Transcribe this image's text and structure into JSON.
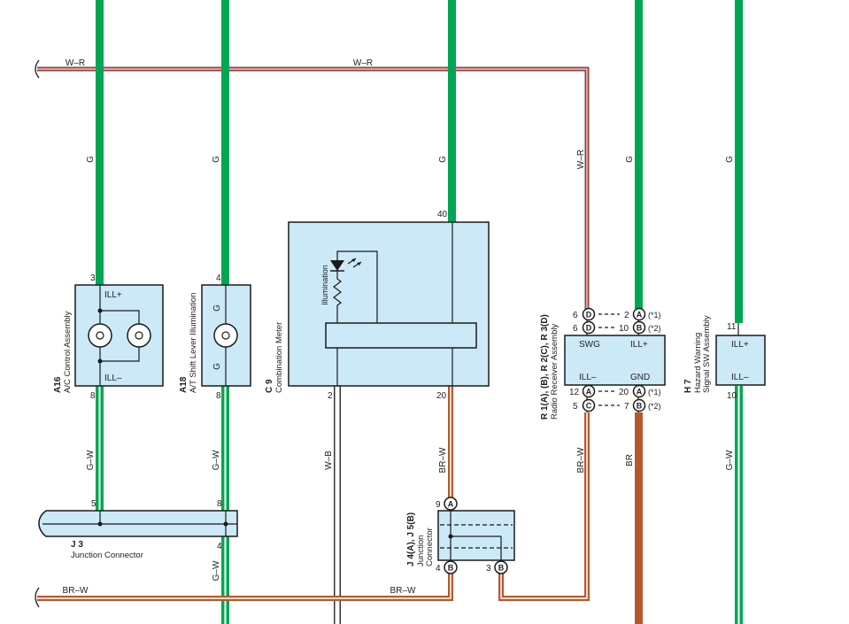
{
  "colors": {
    "green": "#00a651",
    "brown": "#b35a2c",
    "red": "#d9342b",
    "box_fill": "#cce9f8",
    "outline": "#1a1a1a"
  },
  "wires": {
    "wr_top_left": "W–R",
    "wr_top_mid": "W–R",
    "wr_vertical": "W–R",
    "g1": "G",
    "g2": "G",
    "g3": "G",
    "g4": "G",
    "g5": "G",
    "gw_a16": "G–W",
    "gw_a18": "G–W",
    "gw_bottom": "G–W",
    "gw_h7": "G–W",
    "wb": "W–B",
    "brw_c9": "BR–W",
    "brw_radio": "BR–W",
    "brw_bottom_left": "BR–W",
    "brw_bottom_mid": "BR–W",
    "br": "BR"
  },
  "components": {
    "a16": {
      "ref": "A16",
      "name": "A/C Control Assembly",
      "pin_top": "3",
      "pin_bottom": "8",
      "term_top": "ILL+",
      "term_bottom": "ILL–"
    },
    "a18": {
      "ref": "A18",
      "name": "A/T Shift Lever Illumination",
      "pin_top": "4",
      "pin_bottom": "8",
      "term_top": "G",
      "term_bottom": "G"
    },
    "c9": {
      "ref": "C 9",
      "name": "Combination Meter",
      "inner": "Illumination",
      "pin_top": "40",
      "pin_bl": "2",
      "pin_br": "20"
    },
    "j3": {
      "ref": "J 3",
      "name": "Junction Connector",
      "pin_tl": "5",
      "pin_tr": "8",
      "pin_br": "4"
    },
    "j45": {
      "ref": "J 4(A), J 5(B)",
      "name1": "Junction",
      "name2": "Connector",
      "pin_top": "9",
      "pin_top_conn": "A",
      "pin_bl": "4",
      "pin_bl_conn": "B",
      "pin_br": "3",
      "pin_br_conn": "B"
    },
    "radio": {
      "ref": "R 1(A), (B), R 2(C), R 3(D)",
      "name": "Radio Receiver Assembly",
      "term_tl": "SWG",
      "term_tr": "ILL+",
      "term_bl": "ILL–",
      "term_br": "GND",
      "top_left_rows": [
        {
          "pin": "6",
          "conn": "D"
        },
        {
          "pin": "6",
          "conn": "D"
        }
      ],
      "top_right_rows": [
        {
          "pin": "2",
          "conn": "A",
          "note": "(*1)"
        },
        {
          "pin": "10",
          "conn": "B",
          "note": "(*2)"
        }
      ],
      "bottom_left_rows": [
        {
          "pin": "12",
          "conn": "A"
        },
        {
          "pin": "5",
          "conn": "C"
        }
      ],
      "bottom_right_rows": [
        {
          "pin": "20",
          "conn": "A",
          "note": "(*1)"
        },
        {
          "pin": "7",
          "conn": "B",
          "note": "(*2)"
        }
      ]
    },
    "h7": {
      "ref": "H 7",
      "name1": "Hazard Warning",
      "name2": "Signal SW Assembly",
      "pin_top": "11",
      "pin_bottom": "10",
      "term_top": "ILL+",
      "term_bottom": "ILL–"
    }
  }
}
